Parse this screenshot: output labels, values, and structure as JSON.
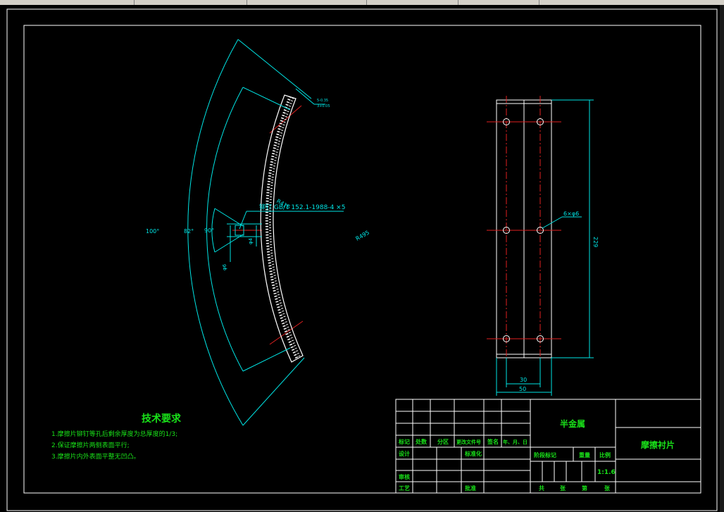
{
  "colors": {
    "background": "#000000",
    "frame": "#ffffff",
    "dimension": "#00e5e5",
    "center_line": "#e02020",
    "text": "#19e019"
  },
  "arc_view": {
    "dim_outer_angle": "100°",
    "dim_inner_angle": "82°",
    "dim_center_angle": "90°",
    "radius_label": "R495",
    "radius_small": "R416",
    "rivet_label": "铆钉 GB/T 152.1-1988-4 ×5",
    "dia_small": "φ4",
    "dia_hole": "φ6",
    "thickness_label": "5-0.35",
    "thickness_label2": "3+0.05"
  },
  "plate_view": {
    "hole_label": "6×φ6",
    "dim_height": "229",
    "dim_inner": "30",
    "dim_width": "50"
  },
  "requirements": {
    "title": "技术要求",
    "items": [
      "1.摩擦片铆钉等孔后剩余厚度为总厚度的1/3;",
      "2.保证摩擦片两侧表面平行;",
      "3.摩擦片内外表面平整无凹凸。"
    ]
  },
  "title_block": {
    "material": "半金属",
    "part_name": "摩擦衬片",
    "scale": "1:1.6",
    "labels": {
      "mark": "标记",
      "count": "处数",
      "zone": "分区",
      "doc_no": "更改文件号",
      "sign": "签名",
      "date": "年、月、日",
      "design": "设计",
      "standard": "标准化",
      "stage_mark": "阶段标记",
      "weight": "重量",
      "ratio": "比例",
      "review": "审核",
      "process": "工艺",
      "approve": "批准",
      "sheets_total": "共",
      "sheets": "张",
      "sheet_no": "第",
      "sheet_unit": "张"
    }
  }
}
